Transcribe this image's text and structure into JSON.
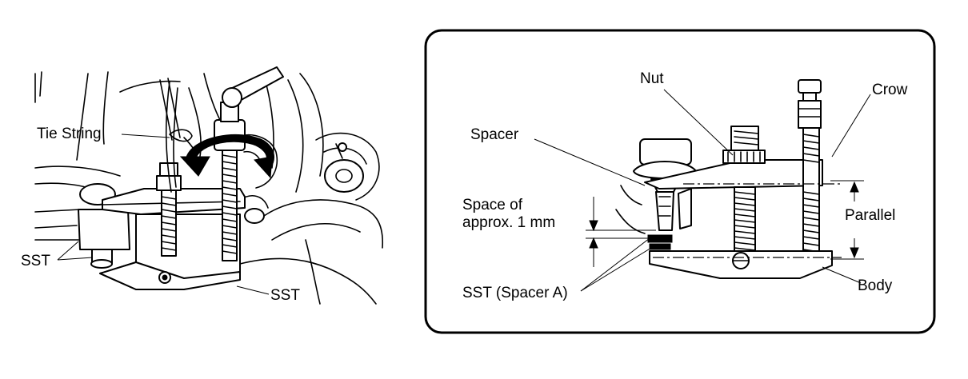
{
  "left_figure": {
    "labels": {
      "tie_string": "Tie String",
      "sst_left": "SST",
      "sst_bottom": "SST"
    }
  },
  "right_figure": {
    "labels": {
      "nut": "Nut",
      "crow": "Crow",
      "spacer": "Spacer",
      "space_gap": "Space of\napprox. 1 mm",
      "parallel": "Parallel",
      "sst_spacer_a": "SST (Spacer A)",
      "body": "Body"
    }
  }
}
